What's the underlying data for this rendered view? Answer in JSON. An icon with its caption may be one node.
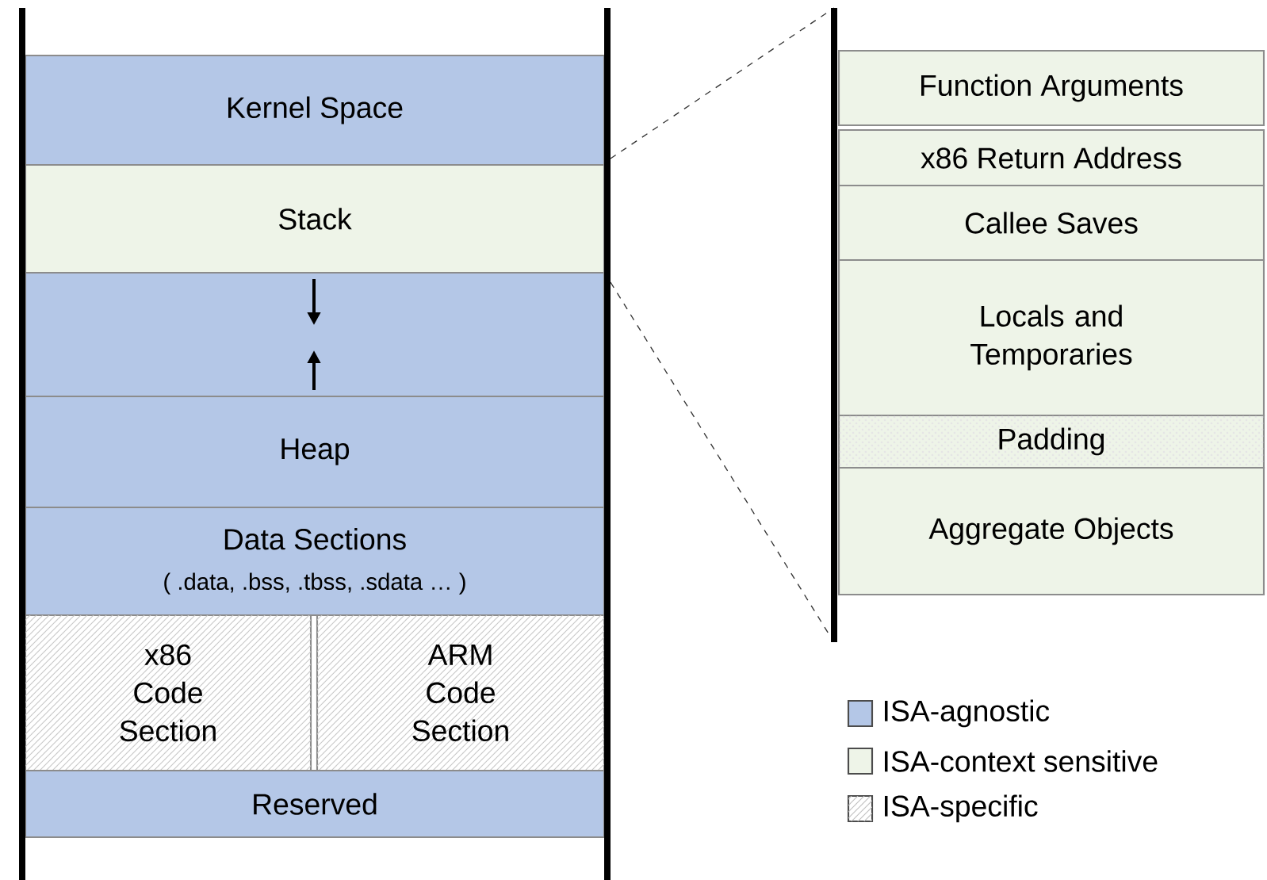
{
  "diagram": {
    "nodes": [
      {
        "text": [
          "Kernel Space"
        ]
      },
      {
        "text": [
          "Stack"
        ]
      },
      {
        "text": [],
        "shape": "box"
      },
      {
        "text": [
          "Heap"
        ]
      },
      {
        "text": [
          "Data Sections",
          "( .data, .bss, .tbss, .sdata … )"
        ]
      },
      {
        "text": [
          "x86 Code Section"
        ]
      },
      {
        "text": [
          "ARM Code Section"
        ]
      },
      {
        "text": [
          "Reserved"
        ]
      },
      {
        "text": [
          "Function Arguments"
        ]
      },
      {
        "text": [
          "x86 Return Address"
        ]
      },
      {
        "text": [
          "Callee Saves"
        ]
      },
      {
        "text": [
          "Locals and Temporaries"
        ]
      },
      {
        "text": [
          "Padding"
        ]
      },
      {
        "text": [
          "Aggregate Objects"
        ]
      }
    ],
    "legend": [
      {
        "text": "ISA-agnostic",
        "color": "#b4c7e7"
      },
      {
        "text": "ISA-context sensitive",
        "color": "#eef4e8"
      },
      {
        "text": "ISA-specific"
      }
    ]
  }
}
